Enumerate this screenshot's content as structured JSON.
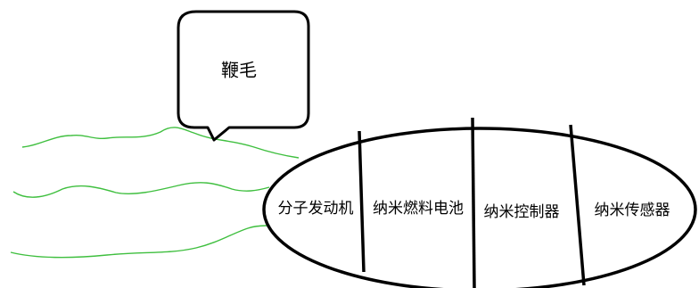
{
  "callout": {
    "text": "鞭毛"
  },
  "body_sections": [
    {
      "label": "分子发动机"
    },
    {
      "label": "纳米燃料电池"
    },
    {
      "label": "纳米控制器"
    },
    {
      "label": "纳米传感器"
    }
  ],
  "colors": {
    "flagella": "#3fbf3f",
    "outline": "#000000",
    "background": "#ffffff"
  }
}
